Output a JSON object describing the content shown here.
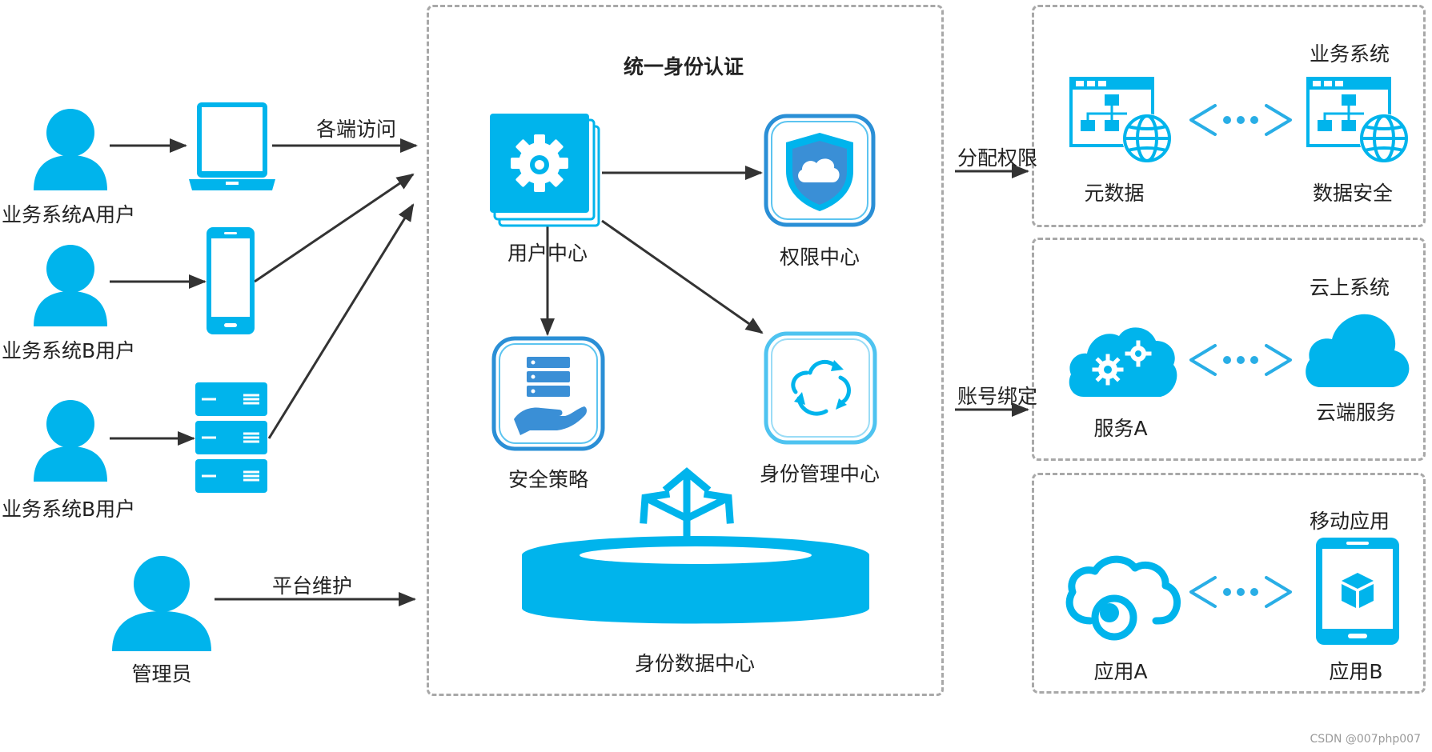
{
  "center": {
    "title": "统一身份认证",
    "nodes": {
      "user_center": "用户中心",
      "permission_center": "权限中心",
      "security_policy": "安全策略",
      "identity_mgmt": "身份管理中心",
      "identity_data": "身份数据中心"
    }
  },
  "left": {
    "users": [
      "业务系统A用户",
      "业务系统B用户",
      "业务系统B用户"
    ],
    "admin": "管理员",
    "access_label": "各端访问",
    "maintain_label": "平台维护"
  },
  "right": {
    "assign_label": "分配权限",
    "bind_label": "账号绑定",
    "panels": [
      {
        "title": "业务系统",
        "left": "元数据",
        "right": "数据安全"
      },
      {
        "title": "云上系统",
        "left": "服务A",
        "right": "云端服务"
      },
      {
        "title": "移动应用",
        "left": "应用A",
        "right": "应用B"
      }
    ]
  },
  "watermark": "CSDN @007php007",
  "colors": {
    "accent": "#00b4ec",
    "accent_dark": "#0097d0",
    "arrow": "#333333",
    "border": "#a8a8a8"
  }
}
